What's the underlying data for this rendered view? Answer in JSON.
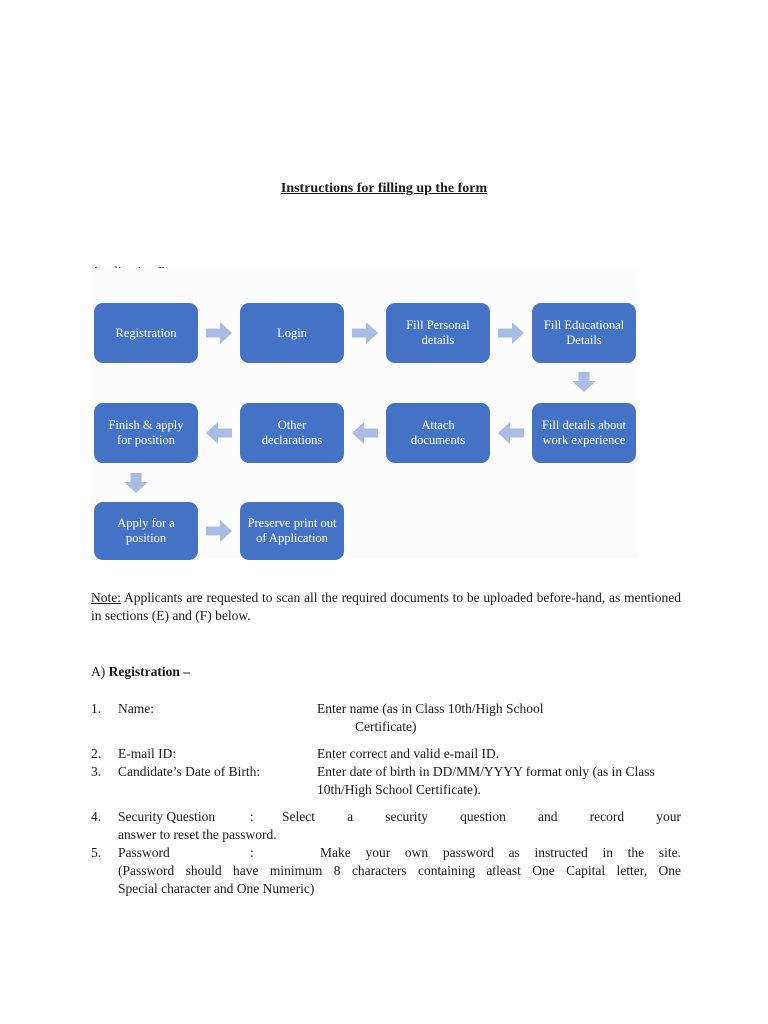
{
  "page": {
    "title": "Instructions for filling up the form"
  },
  "flowchart": {
    "section_label": "Application Process –",
    "row1": [
      "Registration",
      "Login",
      "Fill Personal details",
      "Fill Educational Details"
    ],
    "row2": [
      "Finish & apply for position",
      "Other declarations",
      "Attach documents",
      "Fill details about work experience"
    ],
    "row3": [
      "Apply for  a position",
      "Preserve print out of Application"
    ]
  },
  "note": {
    "label": "Note:",
    "text": " Applicants are requested to scan all the required documents to be uploaded before-hand, as mentioned in sections (E) and (F) below."
  },
  "registration": {
    "heading_prefix": "A) ",
    "heading": "Registration –",
    "items": [
      {
        "num": "1.",
        "label": "Name:",
        "desc_line1": "Enter name (as in Class 10th/High School",
        "desc_line2": "Certificate)"
      },
      {
        "num": "2.",
        "label": "E-mail ID:",
        "desc": "Enter correct and valid e-mail ID."
      },
      {
        "num": "3.",
        "label": "Candidate’s Date of Birth:",
        "desc": "Enter date of birth in DD/MM/YYYY format only (as in Class 10th/High School Certificate)."
      },
      {
        "num": "4.",
        "label": "Security Question",
        "colon": ":",
        "desc_first": "Select a security question and record your",
        "desc_rest": "answer to reset the password."
      },
      {
        "num": "5.",
        "label": "Password",
        "colon": ":",
        "desc_first": "Make your own password as instructed in the site.",
        "desc_line2": "(Password should have minimum 8 characters containing atleast One Capital letter, One",
        "desc_line3": "Special character and One Numeric)"
      }
    ]
  },
  "colors": {
    "box_blue": "#4472c4",
    "arrow_blue": "#a9bce4",
    "chart_bg": "#fcfcfd",
    "box_text": "#ffffff"
  }
}
